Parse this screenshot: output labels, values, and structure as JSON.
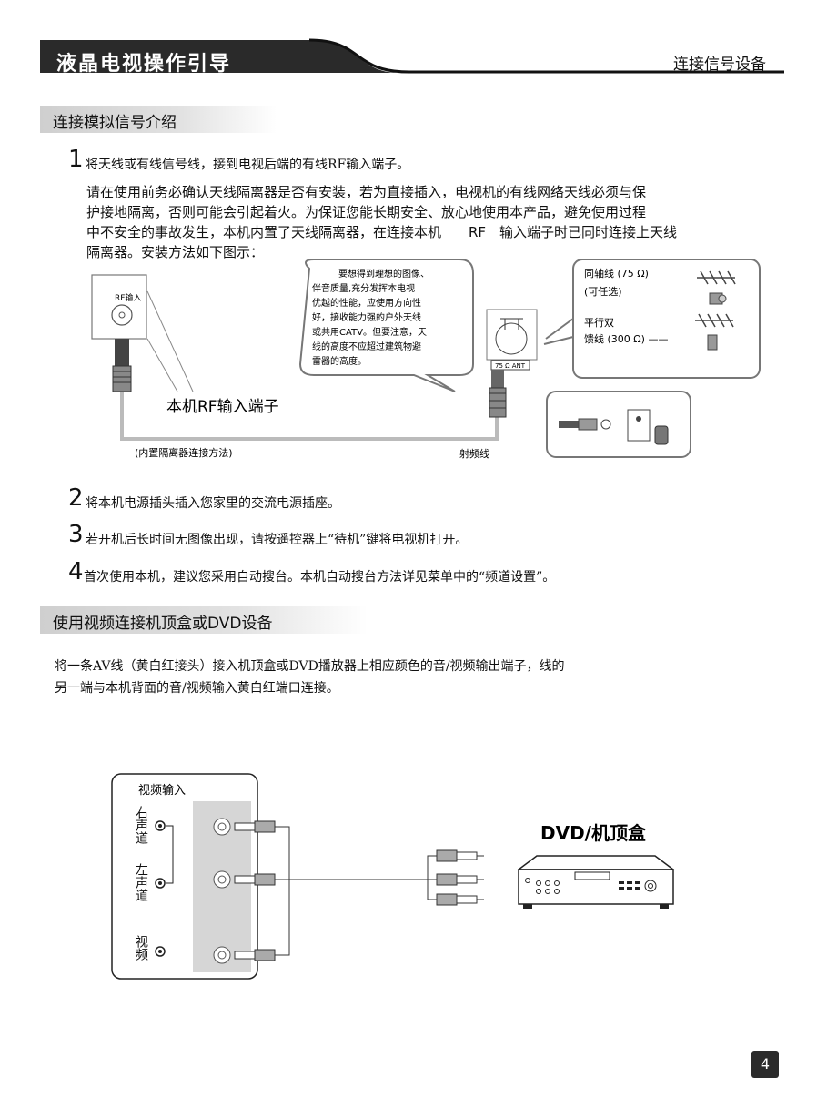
{
  "header": {
    "title": "液晶电视操作引导",
    "right_title": "连接信号设备"
  },
  "section1": {
    "title": "连接模拟信号介绍",
    "steps": [
      {
        "num": "1",
        "text": "将天线或有线信号线，接到电视后端的有线RF输入端子。"
      },
      {
        "num": "2",
        "text": "将本机电源插头插入您家里的交流电源插座。"
      },
      {
        "num": "3",
        "text": "若开机后长时间无图像出现，请按遥控器上“待机”键将电视机打开。"
      },
      {
        "num": "4",
        "text": "首次使用本机，建议您采用自动搜台。本机自动搜台方法详见菜单中的“频道设置”。"
      }
    ],
    "paragraph": [
      "请在使用前务必确认天线隔离器是否有安装，若为直接插入，电视机的有线网络天线必须与保",
      "护接地隔离，否则可能会引起着火。为保证您能长期安全、放心地使用本产品，避免使用过程",
      "中不安全的事故发生，本机内置了天线隔离器，在连接本机　　RF　输入端子时已同时连接上天线",
      "隔离器。安装方法如下图示："
    ],
    "diagram": {
      "rf_label": "RF输入",
      "rf_caption": "本机RF输入端子",
      "builtin_label": "(内置隔离器连接方法)",
      "cable_label": "射频线",
      "ant_label": "75 Ω ANT",
      "bubble_lines": [
        "要想得到理想的图像、",
        "伴音质量,充分发挥本电视",
        "优越的性能，应使用方向性",
        "好，接收能力强的户外天线",
        "或共用CATV。但要注意，天",
        "线的高度不应超过建筑物避",
        "雷器的高度。"
      ],
      "coax_label": "同轴线 (75 Ω)",
      "optional_label": "(可任选)",
      "parallel_label_1": "平行双",
      "parallel_label_2": "馈线 (300 Ω) ——"
    }
  },
  "section2": {
    "title": "使用视频连接机顶盒或DVD设备",
    "paragraph": [
      "将一条AV线（黄白红接头）接入机顶盒或DVD播放器上相应颜色的音/视频输出端子，线的",
      "另一端与本机背面的音/视频输入黄白红端口连接。"
    ],
    "diagram": {
      "panel_label": "视频输入",
      "ports": [
        "右声道",
        "左声道",
        "视频"
      ],
      "device_label": "DVD/机顶盒"
    }
  },
  "page_number": "4"
}
